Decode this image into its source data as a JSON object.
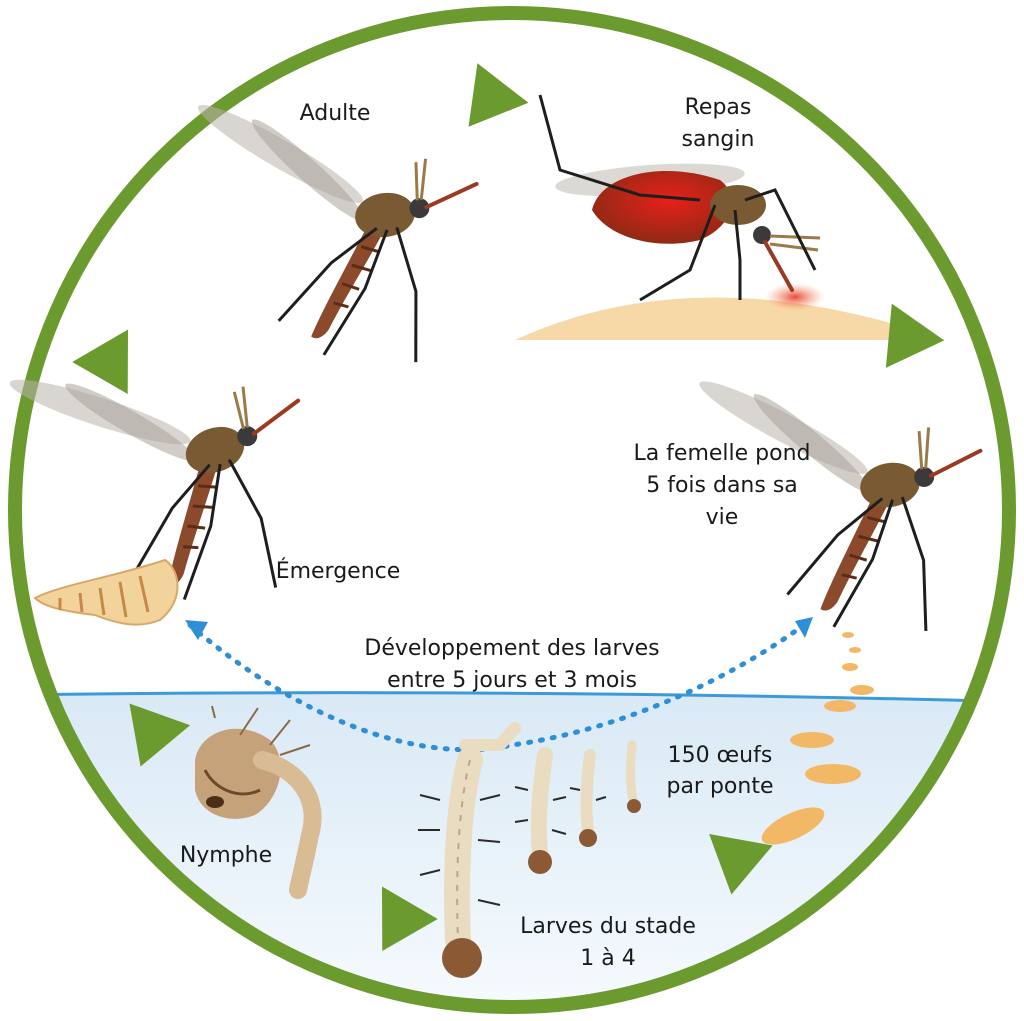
{
  "colors": {
    "ring": "#6b9a2f",
    "arrow": "#6b9a2f",
    "water_top": "#d9e9f5",
    "water_bottom": "#f7fbfe",
    "waterline": "#3b9bd9",
    "dots": "#2f8fd6",
    "skin": "#f6d9a6",
    "egg": "#f3b865",
    "mosquito_body": "#8b4a2b",
    "mosquito_head": "#6b5230",
    "blood": "#d12a1f"
  },
  "labels": {
    "adulte": "Adulte",
    "repas_1": "Repas",
    "repas_2": "sangin",
    "femelle_1": "La femelle pond",
    "femelle_2": "5 fois dans sa",
    "femelle_3": "vie",
    "emergence": "Émergence",
    "dev_1": "Développement  des larves",
    "dev_2": "entre 5 jours et 3 mois",
    "oeufs_1": "150 œufs",
    "oeufs_2": "par ponte",
    "nymphe": "Nymphe",
    "larves_1": "Larves du stade",
    "larves_2": "1 à 4"
  },
  "icons": {
    "arrow": "cycle-arrow-icon",
    "mosquito": "mosquito-icon",
    "pupa": "pupa-icon",
    "larva": "larva-icon",
    "egg": "egg-icon",
    "exuvia": "exuvia-icon"
  }
}
